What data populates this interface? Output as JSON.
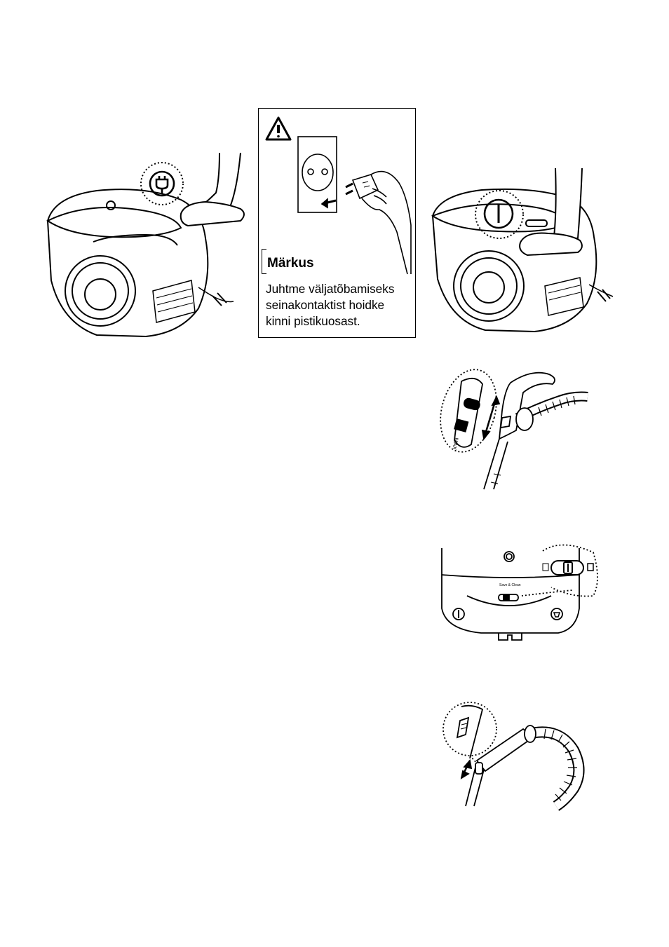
{
  "note": {
    "title": "Märkus",
    "lines": [
      "Juhtme väljatõbamiseks",
      "seinakontaktist hoidke",
      "kinni pistikuosast."
    ]
  },
  "icons": {
    "warning": "warning-triangle-icon",
    "cord_rewind": "cord-rewind-icon",
    "power": "power-icon"
  },
  "illustrations": [
    "vacuum-cord-rewind-illustration",
    "unplug-illustration",
    "vacuum-power-on-illustration",
    "handle-power-control-illustration",
    "body-power-dial-illustration",
    "hose-air-valve-illustration"
  ]
}
